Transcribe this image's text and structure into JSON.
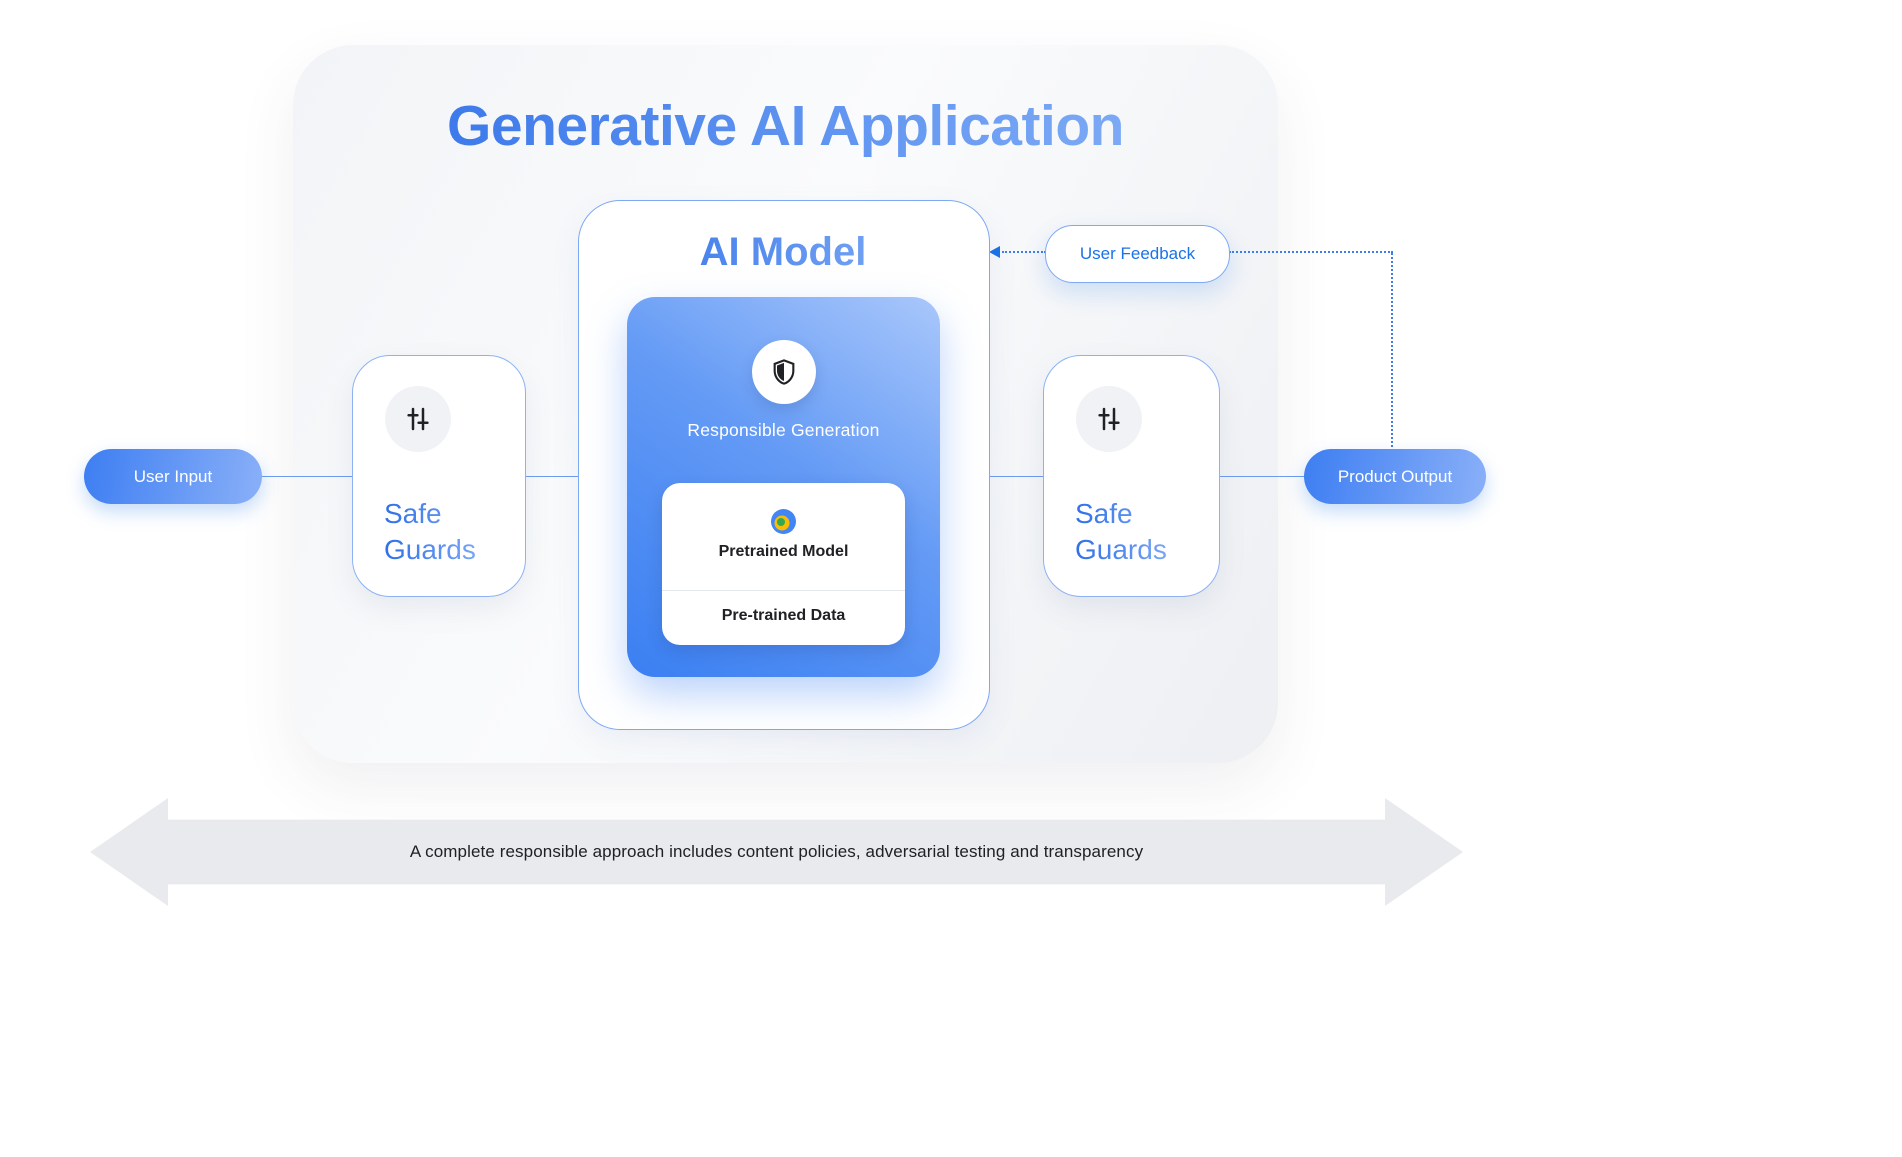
{
  "diagram": {
    "title": "Generative AI Application",
    "ai_model": {
      "title": "AI Model",
      "responsible_generation": "Responsible Generation",
      "pretrained_model": "Pretrained Model",
      "pretrained_data": "Pre-trained Data"
    },
    "safeguards": {
      "label": "Safe Guards"
    },
    "user_input": "User Input",
    "product_output": "Product Output",
    "user_feedback": "User Feedback",
    "bottom_banner": "A complete responsible approach includes content policies, adversarial testing and transparency",
    "icons": {
      "safeguards": "tune-icon",
      "responsible_generation": "shield-icon",
      "pretrained_model": "model-sphere-icon"
    },
    "colors": {
      "accent_blue": "#1a73e8",
      "gradient_light_blue": "#8ab4f8",
      "card_blue_start": "#a9c7fb",
      "card_blue_end": "#3a7ff2",
      "banner_gray": "#e8eaed",
      "panel_gray": "#f1f3f6",
      "icon_yellow": "#fbbc04",
      "icon_green": "#34a853",
      "text_dark": "#202124"
    }
  }
}
